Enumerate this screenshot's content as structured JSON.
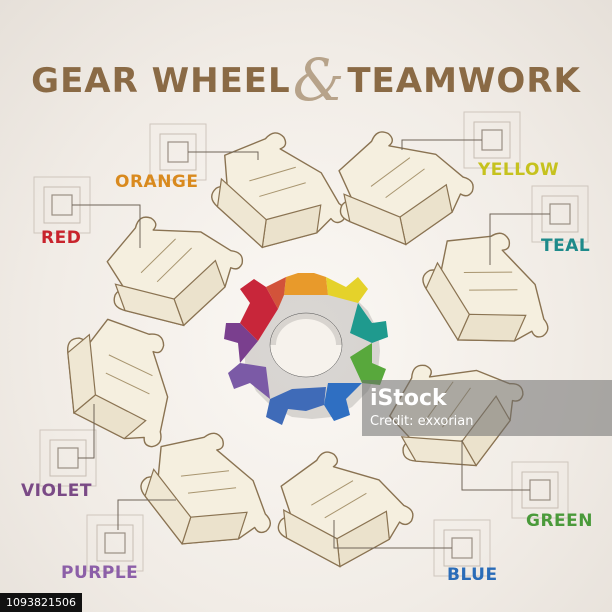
{
  "title": {
    "left": "GEAR WHEEL",
    "amp": "&",
    "right": "TEAMWORK"
  },
  "labels": {
    "orange": {
      "text": "ORANGE",
      "color": "#d98a1e"
    },
    "yellow": {
      "text": "YELLOW",
      "color": "#c6c21e"
    },
    "red": {
      "text": "RED",
      "color": "#c8232c"
    },
    "teal": {
      "text": "TEAL",
      "color": "#1e8a8a"
    },
    "violet": {
      "text": "VIOLET",
      "color": "#7a4a86"
    },
    "green": {
      "text": "GREEN",
      "color": "#4a9a3a"
    },
    "purple": {
      "text": "PURPLE",
      "color": "#8c5fa8"
    },
    "blue": {
      "text": "BLUE",
      "color": "#2a6cb8"
    }
  },
  "watermark": {
    "brand": "iStock",
    "credit": "Credit: exxorian"
  },
  "image_id": "1093821506"
}
